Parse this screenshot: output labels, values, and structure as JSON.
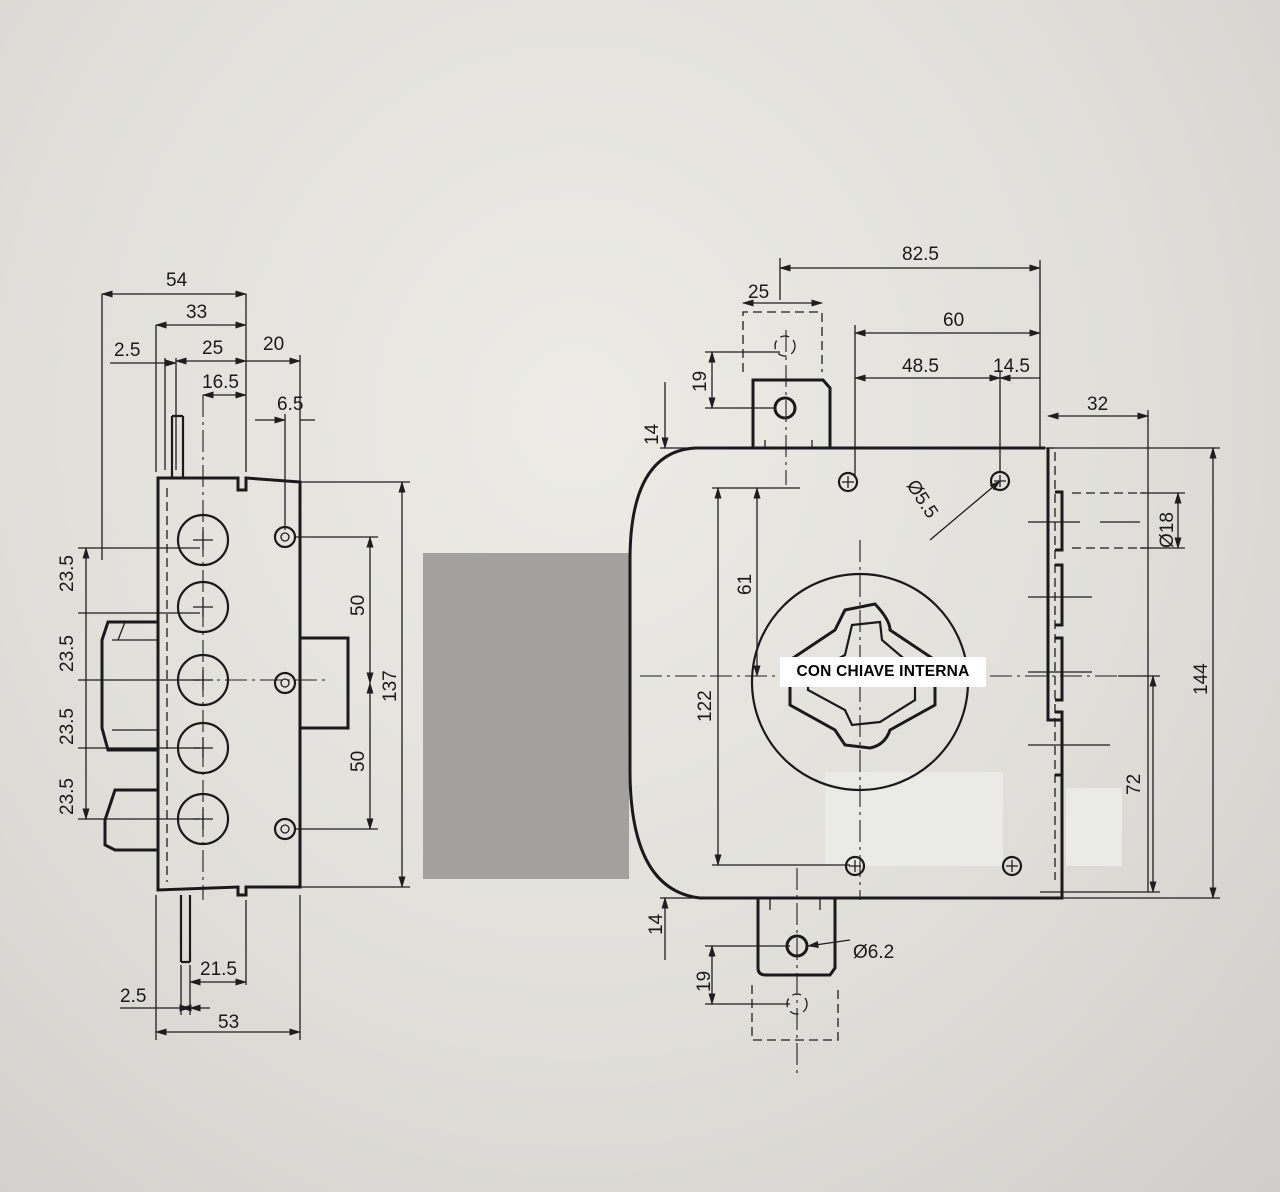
{
  "label": "CON CHIAVE INTERNA",
  "side_view": {
    "top_dims": [
      "54",
      "33",
      "2.5",
      "25",
      "20",
      "16.5",
      "6.5"
    ],
    "left_dims": [
      "23.5",
      "23.5",
      "23.5",
      "23.5"
    ],
    "right_dims": [
      "50",
      "50",
      "137"
    ],
    "bottom_dims": [
      "21.5",
      "2.5",
      "53"
    ]
  },
  "front_view": {
    "top_dims": [
      "82.5",
      "25",
      "60",
      "48.5",
      "14.5",
      "32"
    ],
    "left_dims": [
      "19",
      "14",
      "14",
      "19"
    ],
    "inner_dims": [
      "61",
      "122",
      "72",
      "144"
    ],
    "hole_dims": [
      "Ø5.5",
      "Ø18",
      "Ø6.2"
    ]
  }
}
